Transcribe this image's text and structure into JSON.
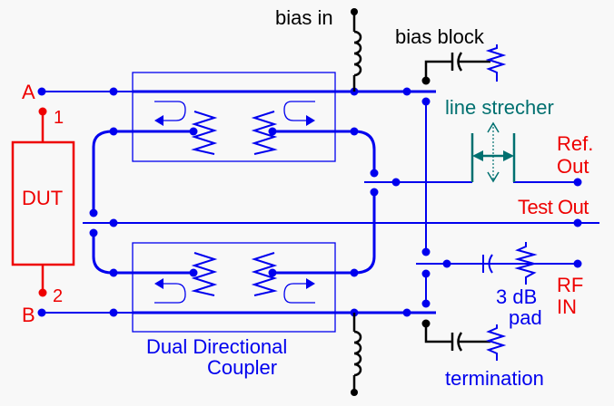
{
  "diagram": {
    "title": "Dual directional coupler test setup",
    "colors": {
      "wire": "#0000ee",
      "bias": "#000000",
      "dut": "#ee0000",
      "line_strecher": "#007070",
      "background": "#f8f8f8"
    },
    "labels": {
      "port_a": "A",
      "port_b": "B",
      "pin_1": "1",
      "pin_2": "2",
      "dut": "DUT",
      "bias_in": "bias in",
      "bias_block": "bias block",
      "line_strecher": "line strecher",
      "ref_out_1": "Ref.",
      "ref_out_2": "Out",
      "test_out": "Test Out",
      "rf_in_1": "RF",
      "rf_in_2": "IN",
      "pad_1": "3 dB",
      "pad_2": "pad",
      "termination": "termination",
      "coupler_1": "Dual Directional",
      "coupler_2": "Coupler"
    },
    "components": [
      {
        "name": "DUT",
        "type": "device-under-test"
      },
      {
        "name": "Dual Directional Coupler",
        "type": "coupler",
        "count": 2
      },
      {
        "name": "bias in",
        "type": "inductor",
        "count": 2
      },
      {
        "name": "bias block",
        "type": "capacitor+resistor"
      },
      {
        "name": "line strecher",
        "type": "adjustable line"
      },
      {
        "name": "3 dB pad",
        "type": "attenuator"
      },
      {
        "name": "termination",
        "type": "capacitor+resistor"
      },
      {
        "name": "switches",
        "type": "SPDT",
        "count": 4
      }
    ]
  }
}
